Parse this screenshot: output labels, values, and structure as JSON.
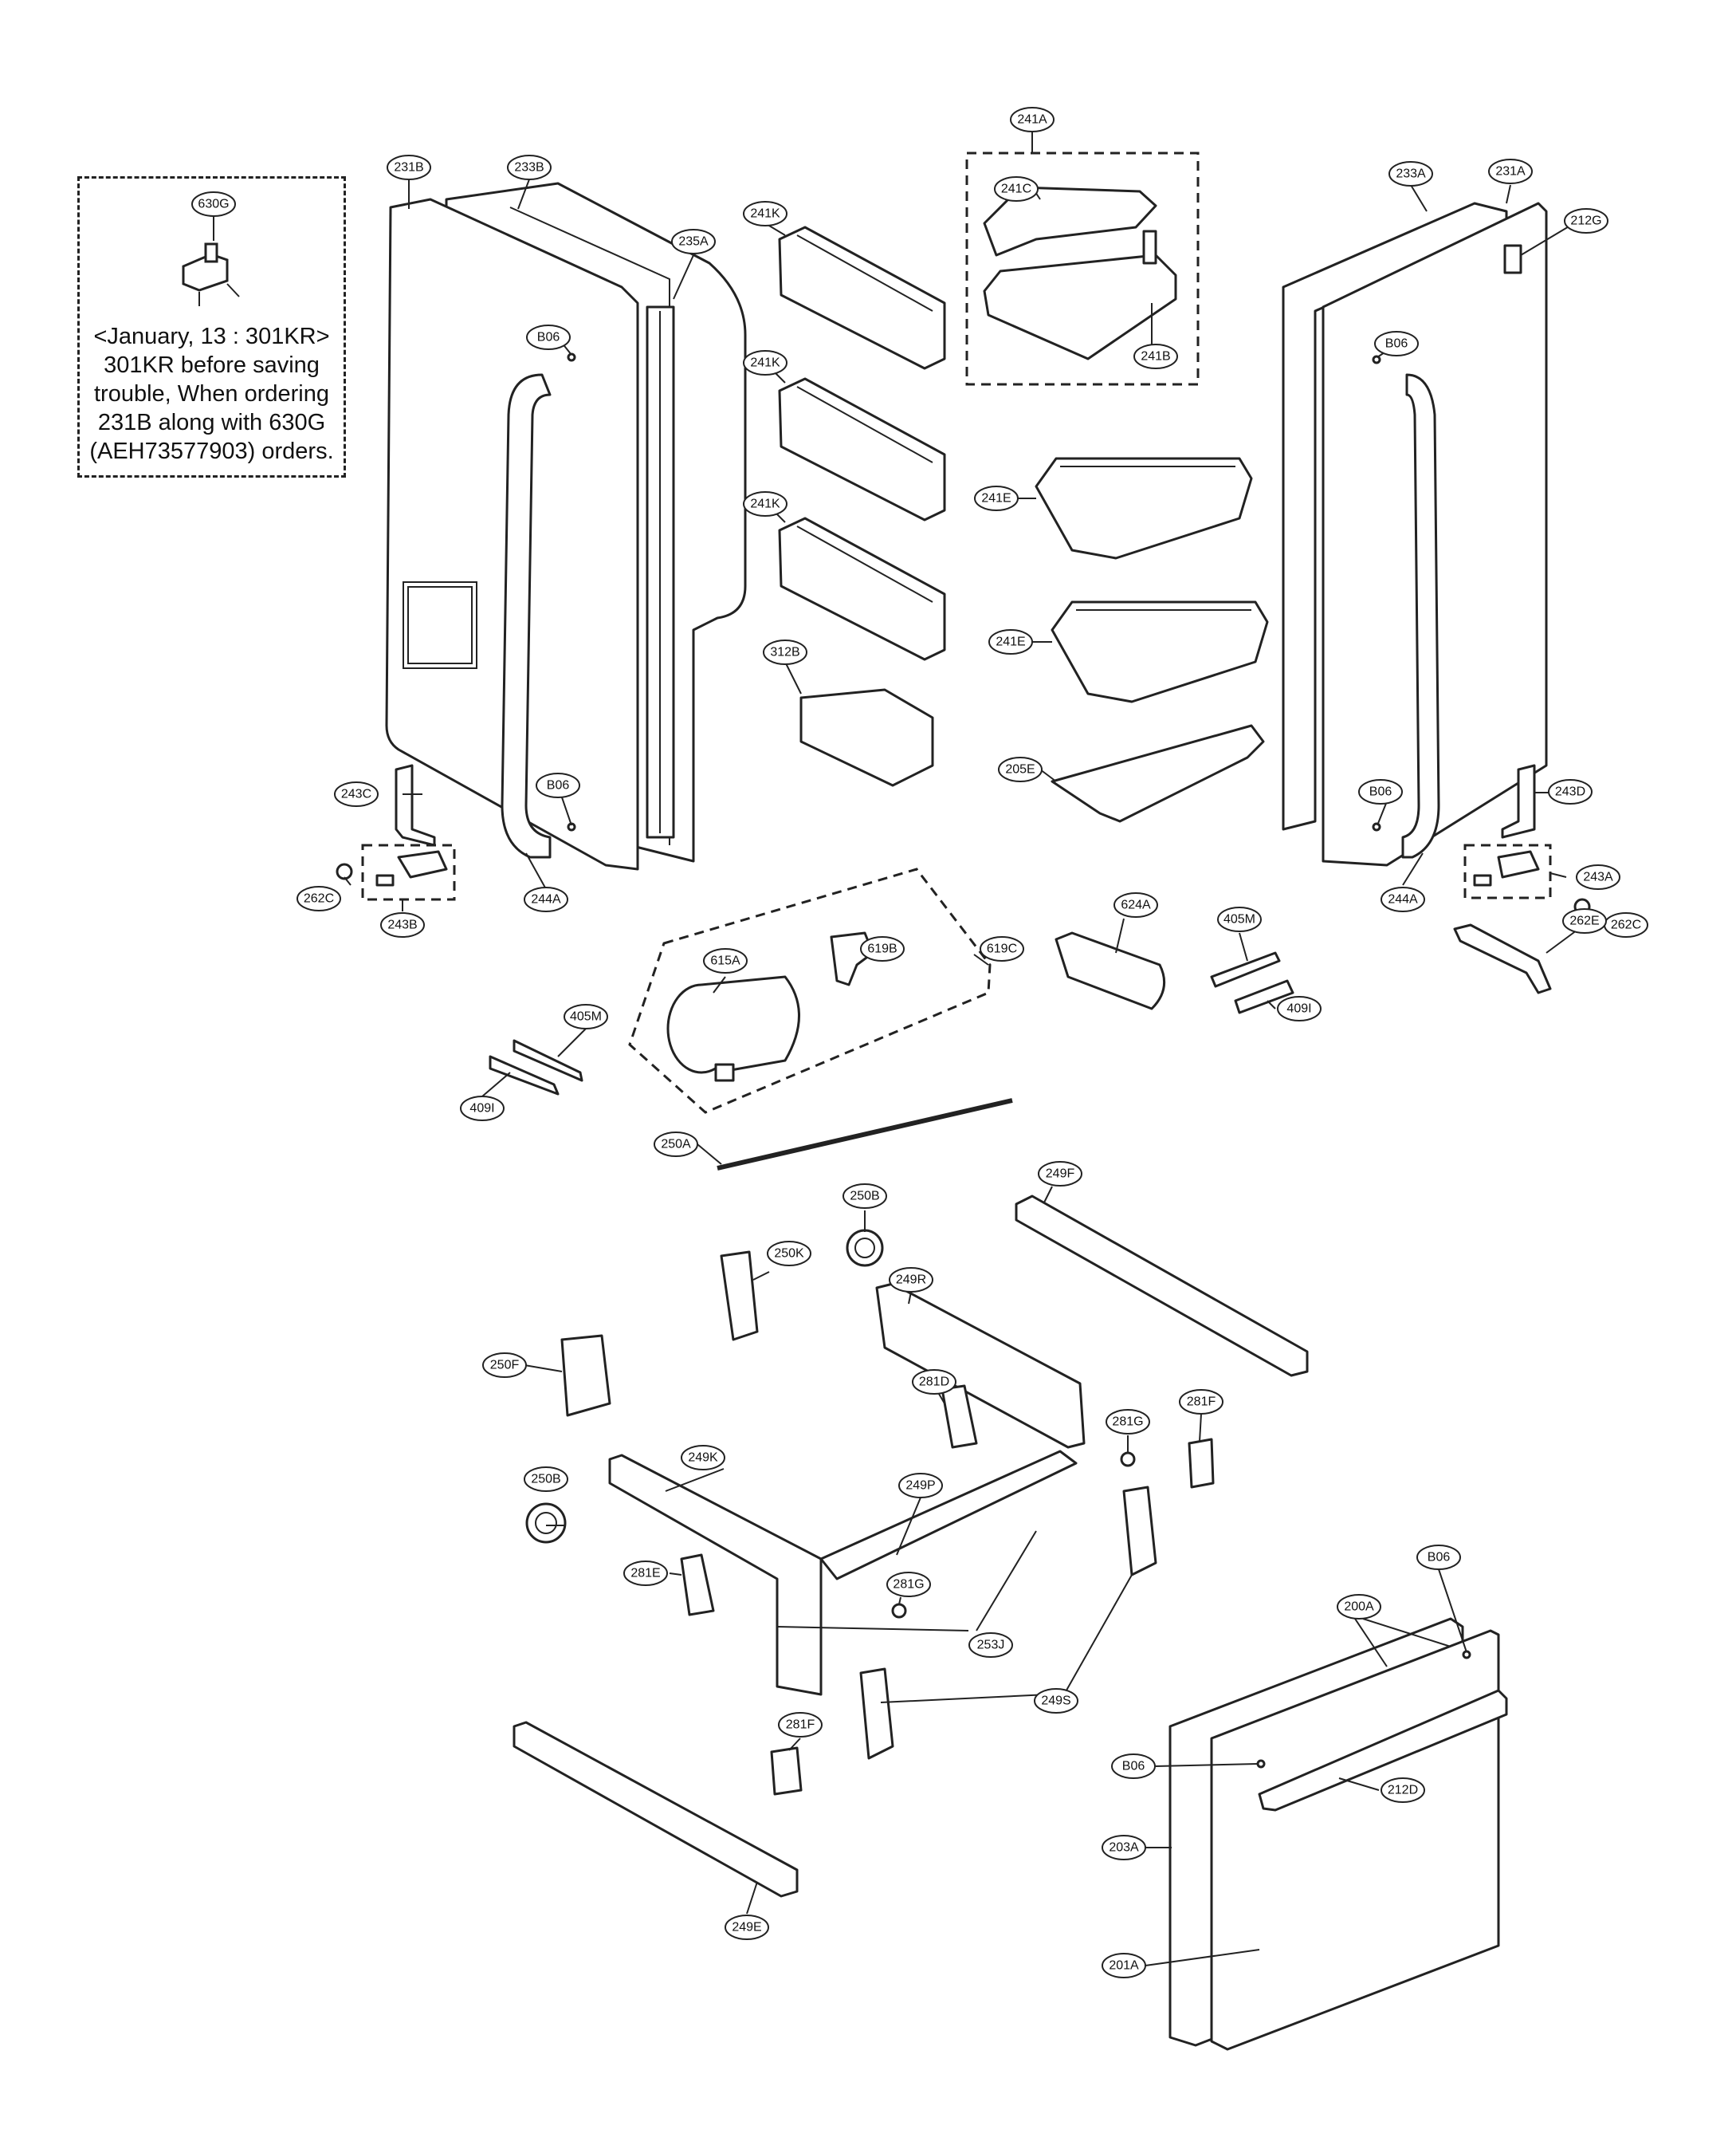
{
  "note": {
    "part_label": "630G",
    "lines": [
      "<January, 13 : 301KR>",
      "301KR before saving",
      "trouble, When ordering",
      "231B along with 630G",
      "(AEH73577903) orders."
    ]
  },
  "labels": {
    "l231B": "231B",
    "l233B": "233B",
    "l235A": "235A",
    "lB06_a": "B06",
    "lB06_b": "B06",
    "l243C": "243C",
    "l262C_a": "262C",
    "l243B": "243B",
    "l244A_a": "244A",
    "l241A": "241A",
    "l241C": "241C",
    "l241B": "241B",
    "l241K_a": "241K",
    "l241K_b": "241K",
    "l241K_c": "241K",
    "l241E_a": "241E",
    "l241E_b": "241E",
    "l312B": "312B",
    "l205E": "205E",
    "l233A": "233A",
    "l231A": "231A",
    "l212G": "212G",
    "lB06_c": "B06",
    "lB06_d": "B06",
    "l243D": "243D",
    "l243A": "243A",
    "l262C_b": "262C",
    "l262E": "262E",
    "l244A_b": "244A",
    "l615A": "615A",
    "l619B": "619B",
    "l619C": "619C",
    "l624A": "624A",
    "l405M_a": "405M",
    "l409I_a": "409I",
    "l405M_b": "405M",
    "l409I_b": "409I",
    "l250A": "250A",
    "l250B_a": "250B",
    "l250K": "250K",
    "l249F": "249F",
    "l249R": "249R",
    "l250F": "250F",
    "l281D": "281D",
    "l281G_a": "281G",
    "l281F_a": "281F",
    "l249K": "249K",
    "l249P": "249P",
    "l250B_b": "250B",
    "l281E": "281E",
    "l281G_b": "281G",
    "l253J": "253J",
    "l249S": "249S",
    "l281F_b": "281F",
    "l249E": "249E",
    "l200A": "200A",
    "lB06_e": "B06",
    "lB06_f": "B06",
    "l212D": "212D",
    "l203A": "203A",
    "l201A": "201A"
  }
}
